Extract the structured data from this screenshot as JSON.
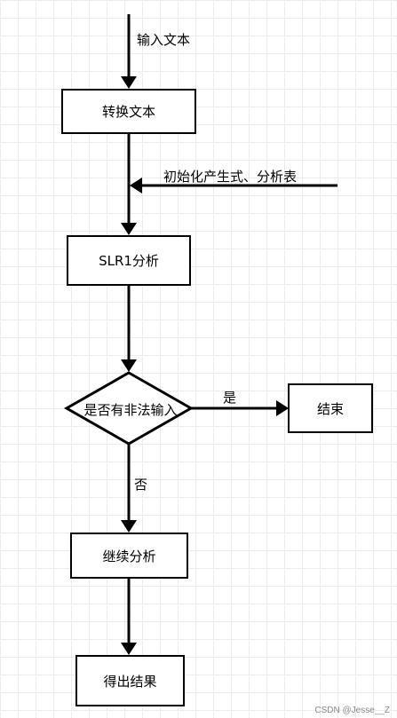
{
  "nodes": {
    "convert": "转换文本",
    "slr1": "SLR1分析",
    "decision": "是否有非法输入",
    "end": "结束",
    "continue": "继续分析",
    "result": "得出结果"
  },
  "edges": {
    "input": "输入文本",
    "init": "初始化产生式、分析表",
    "yes": "是",
    "no": "否"
  },
  "watermark": "CSDN @Jesse__Z"
}
